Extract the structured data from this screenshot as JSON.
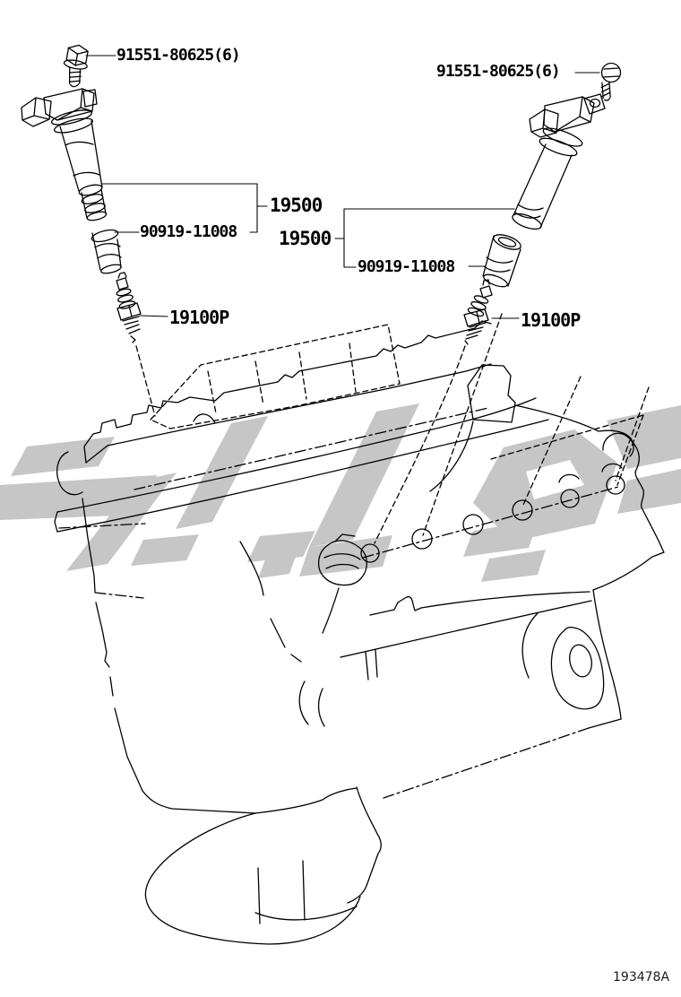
{
  "page": {
    "background": "#ffffff",
    "footer_code": "193478A"
  },
  "colors": {
    "line": "#000000",
    "watermark": "#c6c6c6"
  },
  "callouts": {
    "bolt_left": {
      "part_number": "91551-80625(6)"
    },
    "bolt_right": {
      "part_number": "91551-80625(6)"
    },
    "coil_left": {
      "part_number": "19500"
    },
    "coil_right": {
      "part_number": "19500"
    },
    "boot_left": {
      "part_number": "90919-11008"
    },
    "boot_right": {
      "part_number": "90919-11008"
    },
    "plug_left": {
      "part_number": "19100P"
    },
    "plug_right": {
      "part_number": "19100P"
    }
  }
}
